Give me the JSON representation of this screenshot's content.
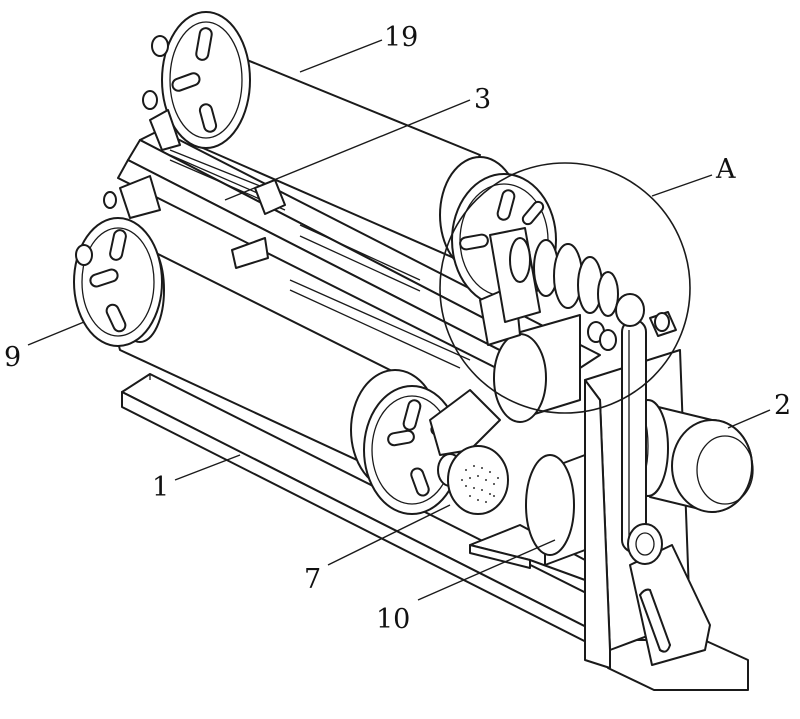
{
  "labels": {
    "l19": "19",
    "l3": "3",
    "lA": "A",
    "l9": "9",
    "l2": "2",
    "l1": "1",
    "l7": "7",
    "l10": "10"
  }
}
